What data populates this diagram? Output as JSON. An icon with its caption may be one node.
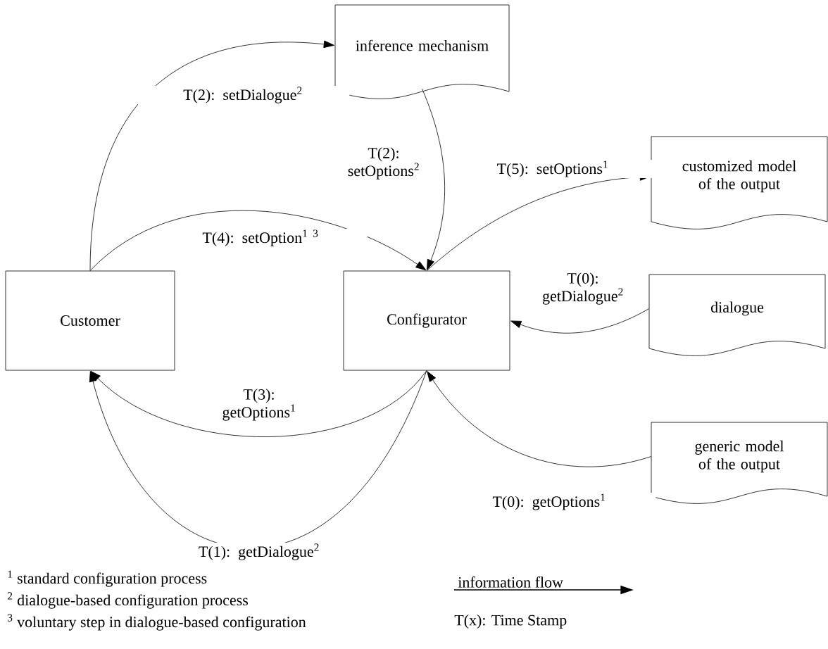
{
  "diagram": {
    "nodes": [
      {
        "text": [
          "Customer"
        ]
      },
      {
        "text": [
          "Configurator"
        ]
      },
      {
        "text": [
          "inference mechanism"
        ]
      },
      {
        "text": [
          "customized model of the output"
        ]
      },
      {
        "text": [
          "dialogue"
        ]
      },
      {
        "text": [
          "generic model of the output"
        ]
      }
    ],
    "edges": [
      {
        "from": 0,
        "to": 2,
        "arrow": "to",
        "label": "T(2): setDialogue$^{2}$"
      },
      {
        "from": 2,
        "to": 1,
        "arrow": "to",
        "label": "T(2): setOptions$^{2}$"
      },
      {
        "from": 0,
        "to": 1,
        "arrow": "to",
        "label": "T(4): setOption$^{1 3}$"
      },
      {
        "from": 1,
        "to": 3,
        "arrow": "to",
        "label": "T(5): setOptions$^{1}$"
      },
      {
        "from": 4,
        "to": 1,
        "arrow": "to",
        "label": "T(0): getDialogue$^{2}$"
      },
      {
        "from": 1,
        "to": 0,
        "arrow": "to",
        "label": "T(3): getOptions$^{1}$"
      },
      {
        "from": 1,
        "to": 0,
        "arrow": "to",
        "label": "T(1): getDialogue$^{2}$"
      },
      {
        "from": 5,
        "to": 1,
        "arrow": "to",
        "label": "T(0): getOptions$^{1}$"
      }
    ],
    "labels": [
      "$^{1}$ standard configuration process",
      "$^{2}$ dialogue-based configuration process",
      "$^{3}$ voluntary step in dialogue-based configuration",
      "T(x): Time Stamp"
    ],
    "legend": [
      {
        "text": "information flow"
      }
    ]
  }
}
